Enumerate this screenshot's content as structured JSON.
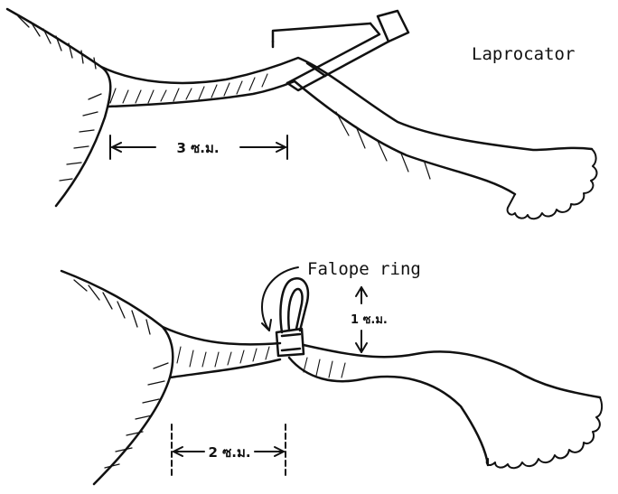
{
  "labels": {
    "laprocator": "Laprocator",
    "falope_ring": "Falope ring",
    "top_measure": "3 ซ.ม.",
    "ring_measure": "1 ซ.ม.",
    "bottom_measure": "2 ซ.ม."
  },
  "colors": {
    "ink": "#111111",
    "background": "#ffffff"
  }
}
